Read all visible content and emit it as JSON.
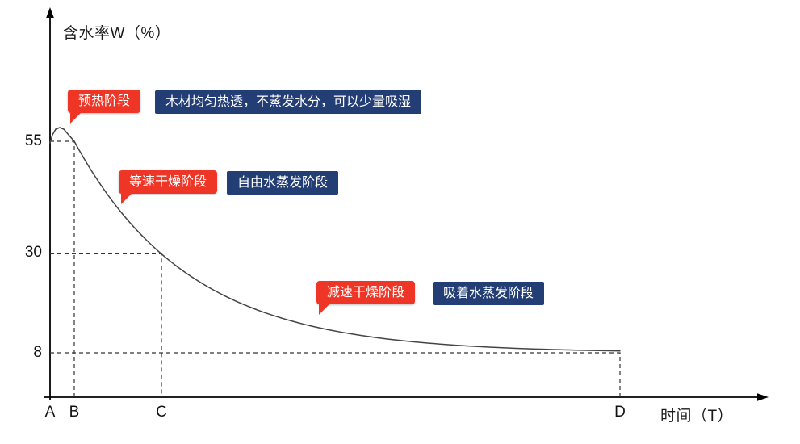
{
  "chart_data": {
    "type": "line",
    "title": "",
    "ylabel": "含水率W（%）",
    "xlabel": "时间（T）",
    "y_ticks": [
      55,
      30,
      8
    ],
    "x_tick_labels": [
      "A",
      "B",
      "C",
      "D"
    ],
    "key_points": [
      {
        "label": "A",
        "value": 55
      },
      {
        "label": "B",
        "value": 55
      },
      {
        "label": "C",
        "value": 30
      },
      {
        "label": "D",
        "value": 8
      }
    ],
    "layout_hints": {
      "grid": "off",
      "guides": "dashed reference lines from axis to points B, C, D",
      "curve_shape": "small initial bump above 55 between A and B, then exponential decay to 8 at D"
    },
    "annotations": [
      {
        "stage": "预热阶段",
        "description": "木材均匀热透，不蒸发水分，可以少量吸湿"
      },
      {
        "stage": "等速干燥阶段",
        "description": "自由水蒸发阶段"
      },
      {
        "stage": "减速干燥阶段",
        "description": "吸着水蒸发阶段"
      }
    ],
    "colors": {
      "stage_label_bg": "#ee3526",
      "description_bg": "#233e74",
      "curve": "#444444",
      "axis": "#000000"
    }
  }
}
